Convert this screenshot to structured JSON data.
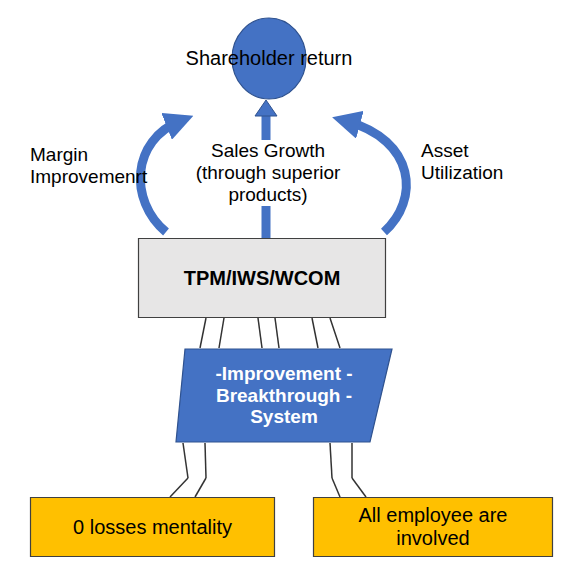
{
  "diagram": {
    "nodes": [
      {
        "text": [
          "Shareholder return"
        ]
      },
      {
        "text": [
          "TPM/IWS/WCOM"
        ]
      },
      {
        "text": [
          "-Improvement -Breakthrough -System"
        ]
      },
      {
        "text": [
          "0 losses mentality"
        ]
      },
      {
        "text": [
          "All employee are involved"
        ]
      }
    ],
    "edges": [
      {
        "from": 1,
        "to": 0,
        "arrow": "to",
        "label": "Sales Growth (through superior products)"
      }
    ],
    "labels": [
      "Margin Improvemenrt",
      "Asset Utilization"
    ]
  }
}
